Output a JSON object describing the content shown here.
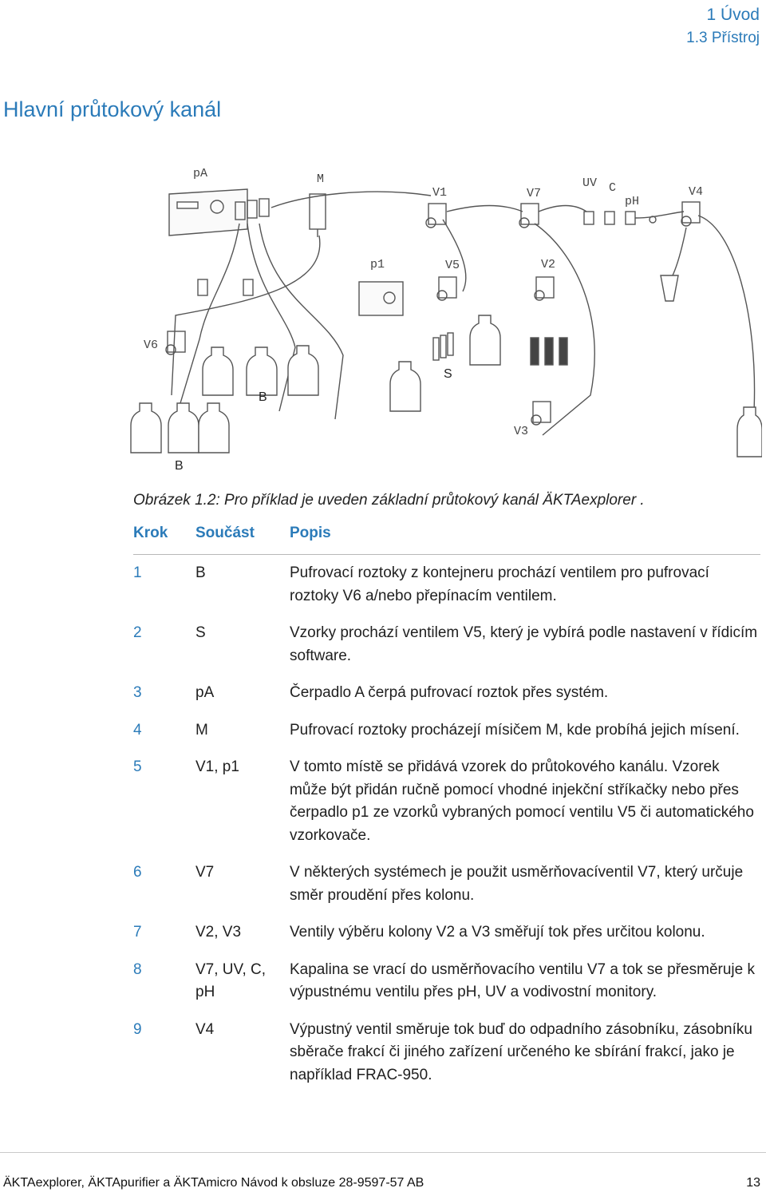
{
  "header": {
    "chapter": "1  Úvod",
    "section": "1.3  Přístroj"
  },
  "section_title": "Hlavní průtokový kanál",
  "figure": {
    "labels": {
      "pA": "pA",
      "M": "M",
      "V1": "V1",
      "V7": "V7",
      "UV": "UV",
      "C": "C",
      "pH": "pH",
      "V4": "V4",
      "p1": "p1",
      "V5": "V5",
      "V2": "V2",
      "V6": "V6",
      "S": "S",
      "B_top": "B",
      "V3": "V3",
      "B_bottom": "B"
    }
  },
  "caption": "Obrázek 1.2: Pro příklad je uveden základní průtokový kanál ÄKTAexplorer .",
  "table": {
    "headers": [
      "Krok",
      "Součást",
      "Popis"
    ],
    "rows": [
      {
        "step": "1",
        "part": "B",
        "desc": "Pufrovací roztoky z kontejneru prochází ventilem pro pufrovací roztoky V6 a/nebo přepínacím ventilem."
      },
      {
        "step": "2",
        "part": "S",
        "desc": "Vzorky prochází ventilem V5, který je vybírá podle nastavení v řídicím software."
      },
      {
        "step": "3",
        "part": "pA",
        "desc": "Čerpadlo A čerpá pufrovací roztok přes systém."
      },
      {
        "step": "4",
        "part": "M",
        "desc": "Pufrovací roztoky procházejí mísičem M, kde probíhá jejich mísení."
      },
      {
        "step": "5",
        "part": "V1, p1",
        "desc": "V tomto místě se přidává vzorek do průtokového kanálu. Vzorek může být přidán ručně pomocí vhodné injekční stříkačky nebo přes čerpadlo p1 ze vzorků vybraných pomocí ventilu V5 či automatického vzorkovače."
      },
      {
        "step": "6",
        "part": "V7",
        "desc": "V některých systémech je použit usměrňovacíventil V7, který určuje směr proudění přes kolonu."
      },
      {
        "step": "7",
        "part": "V2, V3",
        "desc": "Ventily výběru kolony V2 a V3 směřují tok přes určitou kolonu."
      },
      {
        "step": "8",
        "part": "V7, UV, C, pH",
        "desc": "Kapalina se vrací do usměrňovacího ventilu V7 a tok se přesměruje k výpustnému ventilu přes pH, UV a vodivostní monitory."
      },
      {
        "step": "9",
        "part": "V4",
        "desc": "Výpustný ventil směruje tok buď do odpadního zásobníku, zásobníku sběrače frakcí či jiného zařízení určeného ke sbírání frakcí, jako je například FRAC-950."
      }
    ]
  },
  "footer": {
    "title": "ÄKTAexplorer, ÄKTApurifier a ÄKTAmicro Návod k obsluze 28-9597-57 AB",
    "page": "13"
  }
}
